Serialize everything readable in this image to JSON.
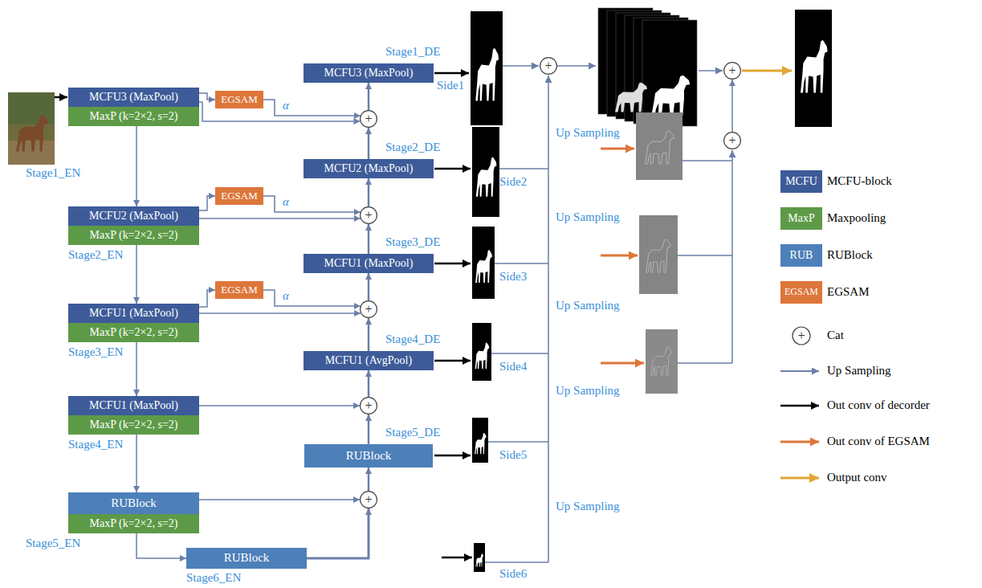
{
  "diagram": {
    "nodes": [
      {
        "text": [
          "MCFU3 (MaxPool)"
        ]
      },
      {
        "text": [
          "MaxP (k=2×2, s=2)"
        ]
      },
      {
        "text": [
          "MCFU2 (MaxPool)"
        ]
      },
      {
        "text": [
          "MaxP (k=2×2, s=2)"
        ]
      },
      {
        "text": [
          "MCFU1 (MaxPool)"
        ]
      },
      {
        "text": [
          "MaxP (k=2×2, s=2)"
        ]
      },
      {
        "text": [
          "MCFU1 (MaxPool)"
        ]
      },
      {
        "text": [
          "MaxP (k=2×2, s=2)"
        ]
      },
      {
        "text": [
          "RUBlock"
        ]
      },
      {
        "text": [
          "MaxP (k=2×2, s=2)"
        ]
      },
      {
        "text": [
          "RUBlock"
        ]
      },
      {
        "text": [
          "EGSAM"
        ]
      },
      {
        "text": [
          "EGSAM"
        ]
      },
      {
        "text": [
          "EGSAM"
        ]
      },
      {
        "text": [
          "MCFU3 (MaxPool)"
        ]
      },
      {
        "text": [
          "MCFU2 (MaxPool)"
        ]
      },
      {
        "text": [
          "MCFU1 (MaxPool)"
        ]
      },
      {
        "text": [
          "MCFU1 (AvgPool)"
        ]
      },
      {
        "text": [
          "RUBlock"
        ]
      },
      {
        "text": [
          "+"
        ]
      },
      {
        "text": [
          "+"
        ]
      },
      {
        "text": [
          "+"
        ]
      },
      {
        "text": [
          "+"
        ]
      },
      {
        "text": [
          "+"
        ]
      },
      {
        "text": [
          "+"
        ]
      },
      {
        "text": [
          "+"
        ]
      },
      {
        "text": [
          "+"
        ]
      }
    ],
    "edges": [
      {
        "from": 1,
        "to": 2,
        "arrow": "to"
      },
      {
        "from": 3,
        "to": 4,
        "arrow": "to"
      },
      {
        "from": 5,
        "to": 6,
        "arrow": "to"
      },
      {
        "from": 7,
        "to": 8,
        "arrow": "to"
      },
      {
        "from": 9,
        "to": 10,
        "arrow": "to"
      },
      {
        "from": 0,
        "to": 11,
        "arrow": "to"
      },
      {
        "from": 2,
        "to": 12,
        "arrow": "to"
      },
      {
        "from": 4,
        "to": 13,
        "arrow": "to"
      },
      {
        "from": 0,
        "to": 19,
        "arrow": "to"
      },
      {
        "from": 2,
        "to": 20,
        "arrow": "to"
      },
      {
        "from": 4,
        "to": 21,
        "arrow": "to"
      },
      {
        "from": 6,
        "to": 22,
        "arrow": "to"
      },
      {
        "from": 8,
        "to": 23,
        "arrow": "to"
      },
      {
        "from": 10,
        "to": 23,
        "arrow": "to"
      },
      {
        "from": 11,
        "to": 19,
        "arrow": "to"
      },
      {
        "from": 12,
        "to": 20,
        "arrow": "to"
      },
      {
        "from": 13,
        "to": 21,
        "arrow": "to"
      },
      {
        "from": 23,
        "to": 18,
        "arrow": "to"
      },
      {
        "from": 18,
        "to": 22,
        "arrow": "to"
      },
      {
        "from": 22,
        "to": 17,
        "arrow": "to"
      },
      {
        "from": 17,
        "to": 21,
        "arrow": "to"
      },
      {
        "from": 21,
        "to": 16,
        "arrow": "to"
      },
      {
        "from": 16,
        "to": 20,
        "arrow": "to"
      },
      {
        "from": 20,
        "to": 15,
        "arrow": "to"
      },
      {
        "from": 15,
        "to": 19,
        "arrow": "to"
      },
      {
        "from": 19,
        "to": 14,
        "arrow": "to"
      },
      {
        "from": 26,
        "to": 25,
        "arrow": "to"
      }
    ],
    "labels": [
      "Stage1_EN",
      "Stage2_EN",
      "Stage3_EN",
      "Stage4_EN",
      "Stage5_EN",
      "Stage6_EN",
      "Stage1_DE",
      "Stage2_DE",
      "Stage3_DE",
      "Stage4_DE",
      "Stage5_DE",
      "Side1",
      "Side2",
      "Side3",
      "Side4",
      "Side5",
      "Side6",
      "α",
      "α",
      "α",
      "Up Sampling",
      "Up Sampling",
      "Up Sampling",
      "Up Sampling",
      "Up Sampling",
      "MCFU",
      "MaxP",
      "RUB",
      "EGSAM",
      "+"
    ],
    "legend": [
      {
        "text": "MCFU-block",
        "color": "#3d5b99"
      },
      {
        "text": "Maxpooling",
        "color": "#5d9a47"
      },
      {
        "text": "RUBlock",
        "color": "#4d80b9"
      },
      {
        "text": "EGSAM",
        "color": "#dd763a"
      },
      {
        "text": "Cat"
      },
      {
        "text": "Up Sampling"
      },
      {
        "text": "Out conv of decorder"
      },
      {
        "text": "Out conv of EGSAM"
      },
      {
        "text": "Output conv"
      }
    ]
  }
}
